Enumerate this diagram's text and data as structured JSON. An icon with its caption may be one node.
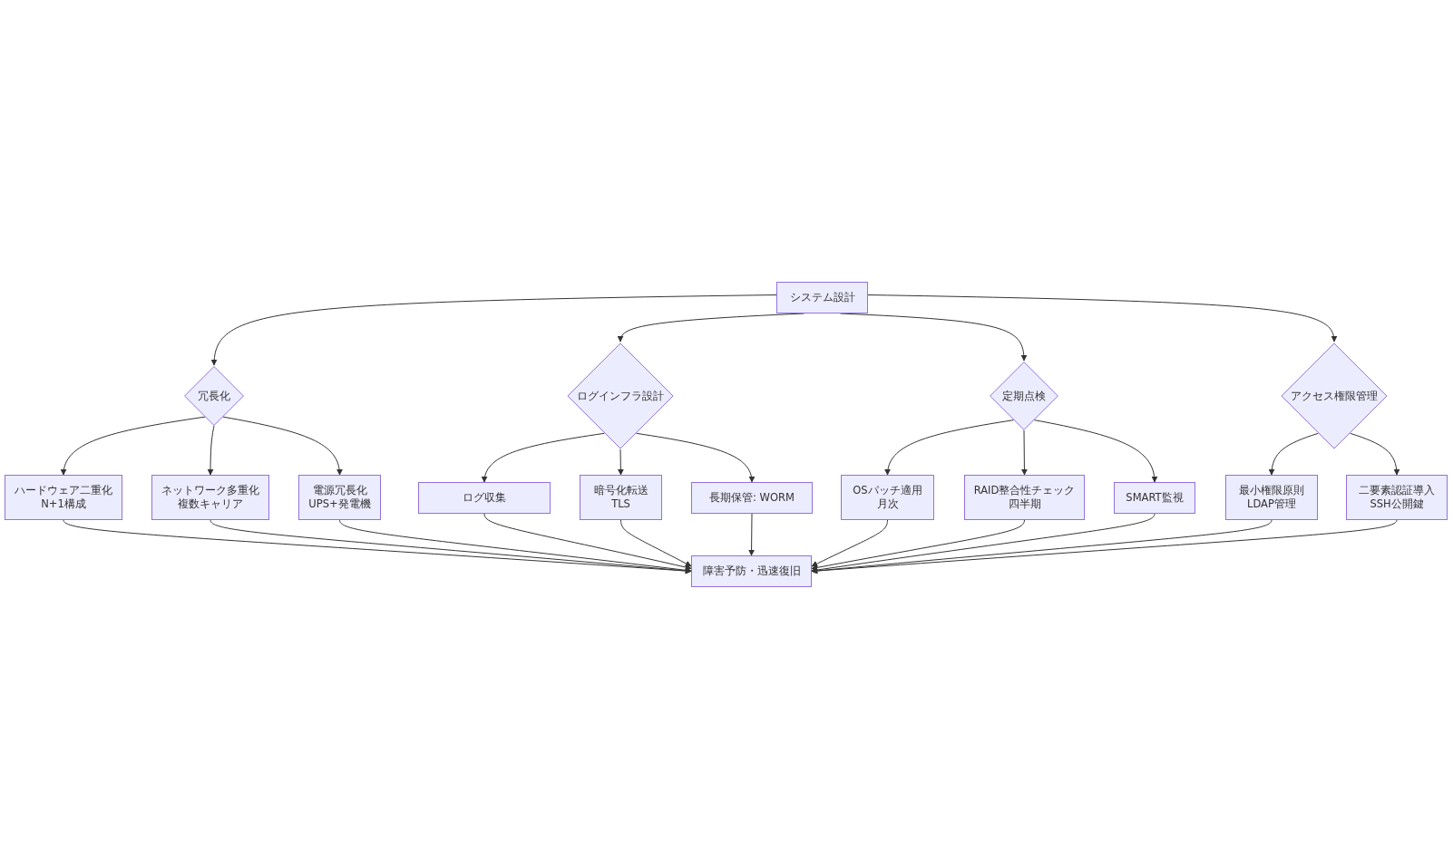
{
  "diagram": {
    "nodes": [
      {
        "text": [
          "システム設計"
        ]
      },
      {
        "text": [
          "冗長化"
        ]
      },
      {
        "text": [
          "ログインフラ設計"
        ]
      },
      {
        "text": [
          "定期点検"
        ]
      },
      {
        "text": [
          "アクセス権限管理"
        ]
      },
      {
        "text": [
          "ハードウェア二重化",
          "N+1構成"
        ]
      },
      {
        "text": [
          "ネットワーク多重化",
          "複数キャリア"
        ]
      },
      {
        "text": [
          "電源冗長化",
          "UPS+発電機"
        ]
      },
      {
        "text": [
          "ログ収集"
        ]
      },
      {
        "text": [
          "暗号化転送",
          "TLS"
        ]
      },
      {
        "text": [
          "長期保管: WORM"
        ]
      },
      {
        "text": [
          "OSパッチ適用",
          "月次"
        ]
      },
      {
        "text": [
          "RAID整合性チェック",
          "四半期"
        ]
      },
      {
        "text": [
          "SMART監視"
        ]
      },
      {
        "text": [
          "最小権限原則",
          "LDAP管理"
        ]
      },
      {
        "text": [
          "二要素認証導入",
          "SSH公開鍵"
        ]
      },
      {
        "text": [
          "障害予防・迅速復旧"
        ]
      }
    ],
    "edges": [
      {
        "from": 0,
        "to": 1,
        "arrow": "to"
      },
      {
        "from": 0,
        "to": 2,
        "arrow": "to"
      },
      {
        "from": 0,
        "to": 3,
        "arrow": "to"
      },
      {
        "from": 0,
        "to": 4,
        "arrow": "to"
      },
      {
        "from": 1,
        "to": 5,
        "arrow": "to"
      },
      {
        "from": 1,
        "to": 6,
        "arrow": "to"
      },
      {
        "from": 1,
        "to": 7,
        "arrow": "to"
      },
      {
        "from": 2,
        "to": 8,
        "arrow": "to"
      },
      {
        "from": 2,
        "to": 9,
        "arrow": "to"
      },
      {
        "from": 2,
        "to": 10,
        "arrow": "to"
      },
      {
        "from": 3,
        "to": 11,
        "arrow": "to"
      },
      {
        "from": 3,
        "to": 12,
        "arrow": "to"
      },
      {
        "from": 3,
        "to": 13,
        "arrow": "to"
      },
      {
        "from": 4,
        "to": 14,
        "arrow": "to"
      },
      {
        "from": 4,
        "to": 15,
        "arrow": "to"
      },
      {
        "from": 5,
        "to": 16,
        "arrow": "to"
      },
      {
        "from": 6,
        "to": 16,
        "arrow": "to"
      },
      {
        "from": 7,
        "to": 16,
        "arrow": "to"
      },
      {
        "from": 8,
        "to": 16,
        "arrow": "to"
      },
      {
        "from": 9,
        "to": 16,
        "arrow": "to"
      },
      {
        "from": 10,
        "to": 16,
        "arrow": "to"
      },
      {
        "from": 11,
        "to": 16,
        "arrow": "to"
      },
      {
        "from": 12,
        "to": 16,
        "arrow": "to"
      },
      {
        "from": 13,
        "to": 16,
        "arrow": "to"
      },
      {
        "from": 14,
        "to": 16,
        "arrow": "to"
      },
      {
        "from": 15,
        "to": 16,
        "arrow": "to"
      }
    ]
  }
}
